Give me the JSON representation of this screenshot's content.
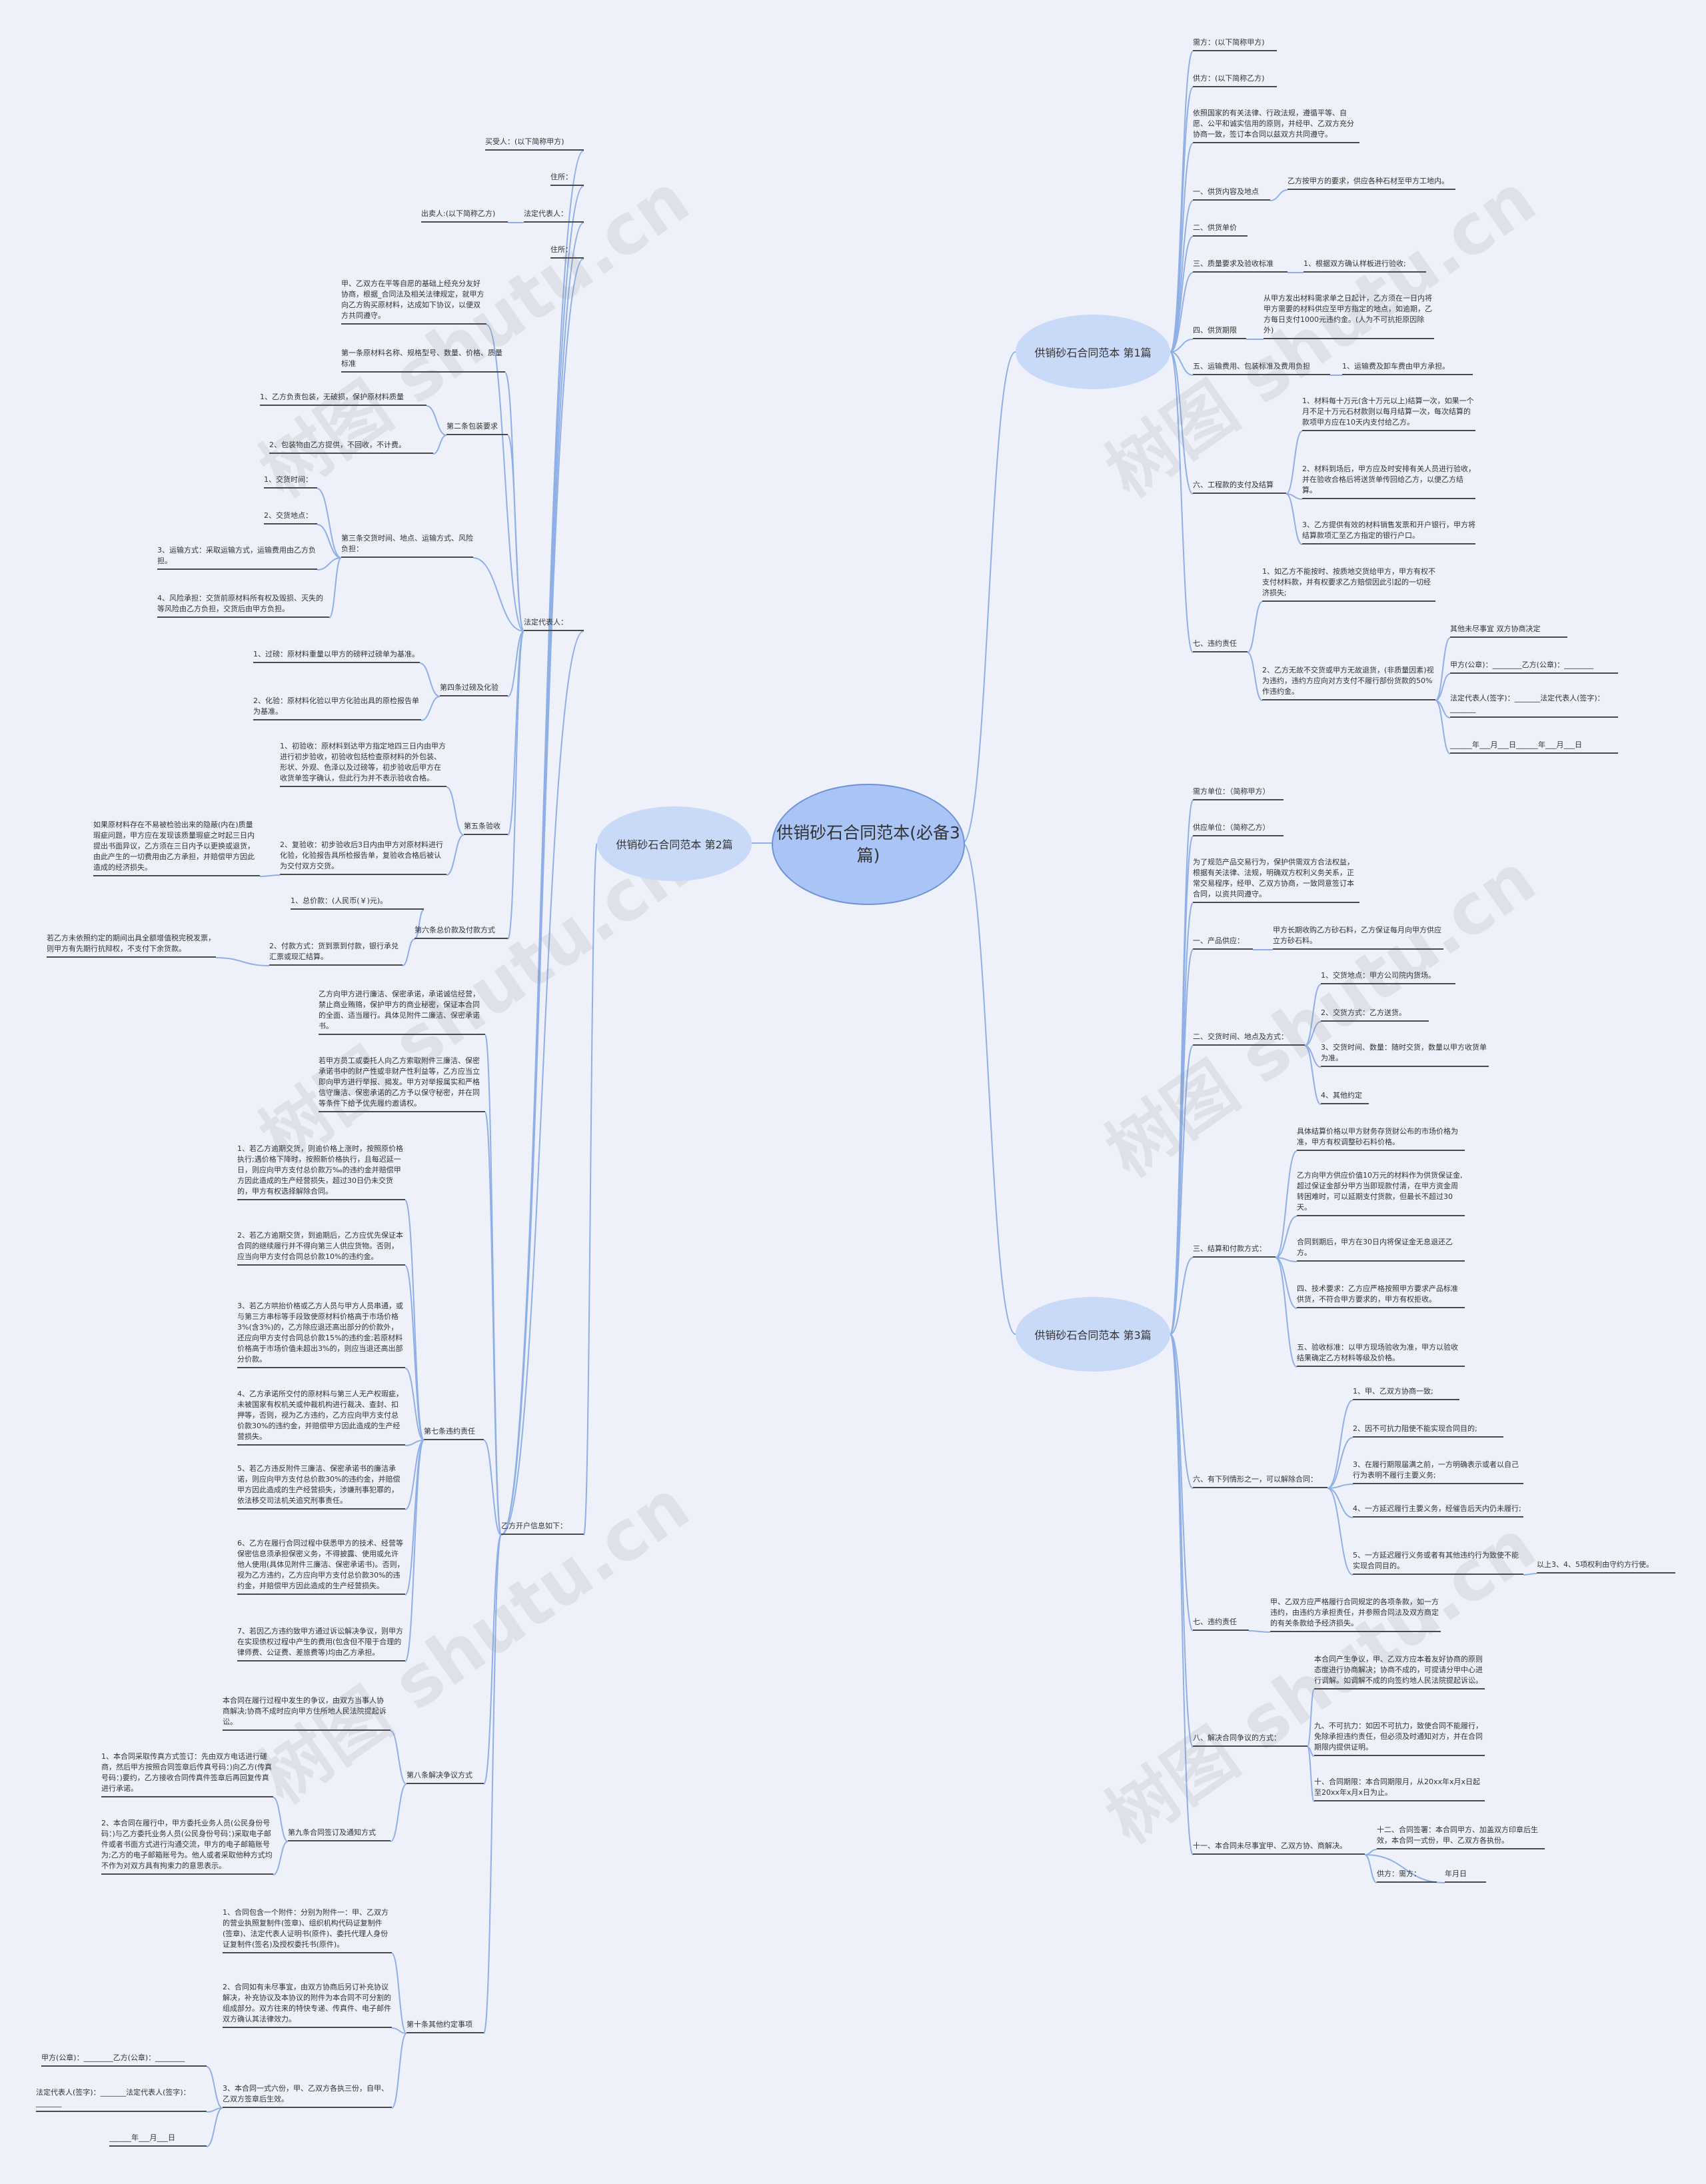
{
  "root": "供销砂石合同范本(必备3篇)",
  "watermark": "树图 shutu.cn",
  "branches": [
    {
      "label": "供销砂石合同范本 第2篇"
    },
    {
      "label": "供销砂石合同范本 第1篇"
    },
    {
      "label": "供销砂石合同范本 第3篇"
    }
  ],
  "b2": {
    "buyer": "买受人：(以下简称甲方)",
    "addr1": "住所：",
    "seller": "出卖人:(以下简称乙方)",
    "rep1": "法定代表人：",
    "addr2": "住所：",
    "intro": "甲、乙双方在平等自愿的基础上经充分友好协商，根据_合同法及相关法律规定，就甲方向乙方购买原材料，达成如下协议，以便双方共同遵守。",
    "s1": "第一条原材料名称、规格型号、数量、价格、质量标准",
    "s2": "第二条包装要求",
    "s2a": "1、乙方负责包装，无破损，保护原材料质量",
    "s2b": "2、包装物由乙方提供，不回收，不计费。",
    "s3": "第三条交货时间、地点、运输方式、风险负担：",
    "s3a": "1、交货时间：",
    "s3b": "2、交货地点：",
    "s3c": "3、运输方式：采取运输方式，运输费用由乙方负担。",
    "s3d": "4、风险承担：交货前原材料所有权及毁损、灭失的等风险由乙方负担，交货后由甲方负担。",
    "rep2": "法定代表人：",
    "s4": "第四条过磅及化验",
    "s4a": "1、过磅：原材料重量以甲方的磅秤过磅单为基准。",
    "s4b": "2、化验：原材料化验以甲方化验出具的原检报告单为基准。",
    "s5": "第五条验收",
    "s5a": "1、初验收：原材料到达甲方指定地四三日内由甲方进行初步验收，初验收包括检查原材料的外包装、形状、外观、色泽以及过磅等，初步验收后甲方在收货单签字确认，但此行为并不表示验收合格。",
    "s5b": "2、复验收：初步验收后3日内由甲方对原材料进行化验，化验报告具所检报告单，复验收合格后被认为交付双方交货。",
    "s5c": "如果原材料存在不易被检验出来的隐蔽(内在)质量瑕疵问题，甲方应在发现该质量瑕疵之时起三日内提出书面异议，乙方须在三日内予以更换或退货，由此产生的一切费用由乙方承担，并赔偿甲方因此造成的经济损失。",
    "s6": "第六条总价款及付款方式",
    "s6a": "1、总价款：(人民币(￥)元)。",
    "s6b": "2、付款方式：货到票到付款，银行承兑汇票或现汇结算。",
    "s6c": "若乙方未依照约定的期间出具全额增值税完税发票，则甲方有先期行抗辩权，不支付下余货款。",
    "s7top": "乙方向甲方进行廉洁、保密承诺，承诺诚信经营，禁止商业贿赂，保护甲方的商业秘密，保证本合同的全面、适当履行。具体见附件二廉洁、保密承诺书。",
    "s7top2": "若甲方员工或委托人向乙方索取附件三廉洁、保密承诺书中的财产性或非财产性利益等，乙方应当立即向甲方进行举报、揭发。甲方对举报属实和严格信守廉洁、保密承诺的乙方予以保守秘密，并在同等条件下给予优先履约邀请权。",
    "s7": "第七条违约责任",
    "s7a": "1、若乙方逾期交货，则逾价格上涨时，按照原价格执行;遇价格下降时，按照新价格执行，且每迟延一日，则应向甲方支付总价款万‰的违约金并赔偿甲方因此造成的生产经营损失，超过30日仍未交货的，甲方有权选择解除合同。",
    "s7b": "2、若乙方逾期交货，到逾期后，乙方应优先保证本合同的继续履行并不得向第三人供应货物。否则，应当向甲方支付合同总价款10%的违约金。",
    "s7c": "3、若乙方哄抬价格或乙方人员与甲方人员串通，或与第三方串标等手段致使原材料价格高于市场价格3%(含3%)的，乙方除应退还高出部分的价款外，还应向甲方支付合同总价款15%的违约金;若原材料价格高于市场价值未超出3%的，则应当退还高出部分价款。",
    "s7d": "4、乙方承诺所交付的原材料与第三人无产权瑕疵，未被国家有权机关或仲裁机构进行裁决、查封、扣押等，否则，视为乙方违约，乙方应向甲方支付总价款30%的违约金，并赔偿甲方因此造成的生产经营损失。",
    "s7e": "5、若乙方违反附件三廉洁、保密承诺书的廉洁承诺，则应向甲方支付总价款30%的违约金，并赔偿甲方因此造成的生产经营损失，涉嫌刑事犯罪的，依法移交司法机关追究刑事责任。",
    "s7f": "6、乙方在履行合同过程中获悉甲方的技术、经营等保密信息须承担保密义务，不得披露、使用或允许他人使用(具体见附件三廉洁、保密承诺书)。否则，视为乙方违约，乙方应向甲方支付总价款30%的违约金，并赔偿甲方因此造成的生产经营损失。",
    "s7g": "7、若因乙方违约致甲方通过诉讼解决争议，则甲方在实现债权过程中产生的费用(包含但不限于合理的律师费、公证费、差旅费等)均由乙方承担。",
    "info": "乙方开户信息如下：",
    "s8": "第八条解决争议方式",
    "s8a": "本合同在履行过程中发生的争议，由双方当事人协商解决;协商不成时应向甲方住所地人民法院提起诉讼。",
    "s9": "第九条合同签订及通知方式",
    "s9a": "1、本合同采取传真方式签订：先由双方电话进行磋商，然后甲方按照合同签章后传真号码：)向乙方(传真号码：)要约，乙方接收合同传真件签章后再回复传真进行承诺。",
    "s9b": "2、本合同在履行中，甲方委托业务人员(公民身份号码：)与乙方委托业务人员(公民身份号码：)采取电子邮件或者书面方式进行沟通交流，甲方的电子邮箱账号为;乙方的电子邮箱账号为。他人或者采取他种方式均不作为对双方具有拘束力的意思表示。",
    "s10": "第十条其他约定事项",
    "s10a": "1、合同包含一个附件：分别为附件一：甲、乙双方的营业执照复制件(签章)、组织机构代码证复制件(签章)、法定代表人证明书(原件)、委托代理人身份证复制件(签名)及授权委托书(原件)。",
    "s10b": "2、合同如有未尽事宜，由双方协商后另订补充协议解决，补充协议及本协议的附件为本合同不可分割的组成部分。双方往来的特快专递、传真件、电子邮件双方确认其法律效力。",
    "s10c": "3、本合同一式六份，甲、乙双方各执三份，自甲、乙双方签章后生效。",
    "sig1": "甲方(公章)：________乙方(公章)：________",
    "sig2": "法定代表人(签字)：_______法定代表人(签字)：_______",
    "sig3": "______年___月___日"
  },
  "b1": {
    "a": "需方：(以下简称甲方)",
    "b": "供方：(以下简称乙方)",
    "c": "依照国家的有关法律、行政法规，遵循平等、自愿、公平和诚实信用的原则，并经甲、乙双方充分协商一致，签订本合同以兹双方共同遵守。",
    "d": "一、供货内容及地点",
    "d1": "乙方按甲方的要求，供应各种石材至甲方工地内。",
    "e": "二、供货单价",
    "f": "三、质量要求及验收标准",
    "f1": "1、根据双方确认样板进行验收;",
    "g": "四、供货期限",
    "g1": "从甲方发出材料需求单之日起计，乙方须在一日内将甲方需要的材料供应至甲方指定的地点，如逾期，乙方每日支付1000元违约金。(人为不可抗拒原因除外)",
    "h": "五、运输费用、包装标准及费用负担",
    "h1": "1、运输费及卸车费由甲方承担。",
    "i": "六、工程款的支付及结算",
    "i1": "1、材料每十万元(含十万元以上)结算一次，如果一个月不足十万元石材款则以每月结算一次，每次结算的款项甲方应在10天内支付给乙方。",
    "i2": "2、材料到场后，甲方应及时安排有关人员进行验收，并在验收合格后将送货单传回给乙方，以便乙方结算。",
    "i3": "3、乙方提供有效的材料销售发票和开户银行，甲方将结算款项汇至乙方指定的银行户口。",
    "j": "七、违约责任",
    "j1": "1、如乙方不能按时、按质地交货给甲方，甲方有权不支付材料款，并有权要求乙方赔偿因此引起的一切经济损失;",
    "j2": "2、乙方无故不交货或甲方无故退货，(非质量因素)视为违约，违约方应向对方支付不履行部份货款的50%作违约金。",
    "k1": "其他未尽事宜 双方协商决定",
    "k2": "甲方(公章)：________乙方(公章)：________",
    "k3": "法定代表人(签字)：_______法定代表人(签字)：_______",
    "k4": "______年___月___日______年___月___日"
  },
  "b3": {
    "a": "需方单位：（简称甲方）",
    "b": "供应单位：（简称乙方）",
    "c": "为了规范产品交易行为，保护供需双方合法权益，根据有关法律、法规，明确双方权利义务关系，正常交易程序，经甲、乙双方协商，一致同意签订本合同，以资共同遵守。",
    "d": "一、产品供应：",
    "d1": "甲方长期收购乙方砂石料，乙方保证每月向甲方供应立方砂石料。",
    "e": "二、交货时间、地点及方式：",
    "e1": "1、交货地点：甲方公司院内货场。",
    "e2": "2、交货方式：乙方送货。",
    "e3": "3、交货时间、数量：随时交货，数量以甲方收货单为准。",
    "e4": "4、其他约定",
    "f": "三、结算和付款方式：",
    "f1": "具体结算价格以甲方财务存货财公布的市场价格为准，甲方有权调整砂石料价格。",
    "f2": "乙方向甲方供应价值10万元的材料作为供货保证金,超过保证金部分甲方当即现款付清，在甲方资金周转困难时，可以延期支付货款，但最长不超过30天。",
    "f3": "合同到期后，甲方在30日内将保证金无息退还乙方。",
    "f4": "四、技术要求：乙方应严格按照甲方要求产品标准供货，不符合甲方要求的，甲方有权拒收。",
    "f5": "五、验收标准：以甲方现场验收为准，甲方以验收结果确定乙方材料等级及价格。",
    "g": "六、有下列情形之一，可以解除合同：",
    "g1": "1、甲、乙双方协商一致;",
    "g2": "2、因不可抗力阻使不能实现合同目的;",
    "g3": "3、在履行期限届满之前，一方明确表示或者以自己行为表明不履行主要义务;",
    "g4": "4、一方延迟履行主要义务，经催告后天内仍未履行;",
    "g5": "5、一方延迟履行义务或者有其他违约行为致使不能实现合同目的。",
    "g6": "以上3、4、5项权利由守约方行使。",
    "h": "七、违约责任",
    "h1": "甲、乙双方应严格履行合同规定的各项条款，如一方违约，由违约方承担责任，并参照合同法及双方商定的有关条款给予经济损失。",
    "i": "八、解决合同争议的方式：",
    "i1": "本合同产生争议，甲、乙双方应本着友好协商的原则态度进行协商解决；协商不成的，可提请分甲中心进行调解。如调解不成的向签约地人民法院提起诉讼。",
    "i2": "九、不可抗力：如因不可抗力，致使合同不能履行，免除承担违约责任，但必须及时通知对方，并在合同期限内提供证明。",
    "i3": "十、合同期限：本合同期限月，从20xx年x月x日起至20xx年x月x日为止。",
    "j": "十一、本合同未尽事宜甲、乙双方协、商解决。",
    "j1": "十二、合同签署：本合同甲方、加盖双方印章后生效，本合同一式份，甲、乙双方各执份。",
    "j2": "供方：需方：",
    "j3": "年月日"
  }
}
